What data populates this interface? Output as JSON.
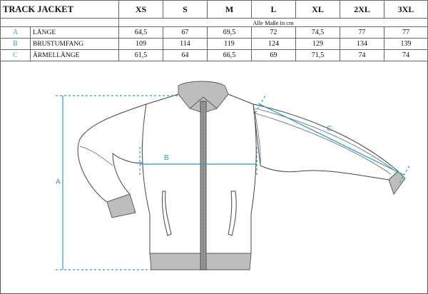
{
  "table": {
    "title": "TRACK JACKET",
    "sizes": [
      "XS",
      "S",
      "M",
      "L",
      "XL",
      "2XL",
      "3XL"
    ],
    "note": "Alle Maße in cm",
    "rows": [
      {
        "letter": "A",
        "label": "LÄNGE",
        "values": [
          "64,5",
          "67",
          "69,5",
          "72",
          "74,5",
          "77",
          "77"
        ]
      },
      {
        "letter": "B",
        "label": "BRUSTUMFANG",
        "values": [
          "109",
          "114",
          "119",
          "124",
          "129",
          "134",
          "139"
        ]
      },
      {
        "letter": "C",
        "label": "ÄRMELLÄNGE",
        "values": [
          "61,5",
          "64",
          "66,5",
          "69",
          "71,5",
          "74",
          "74"
        ]
      }
    ]
  },
  "diagram": {
    "label_a": "A",
    "label_b": "B",
    "label_c": "C",
    "measure_color": "#1f9fc4"
  }
}
